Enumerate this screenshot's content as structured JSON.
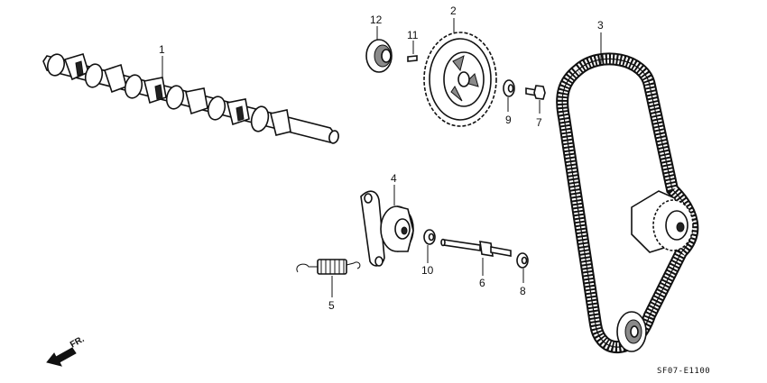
{
  "diagram": {
    "callouts": [
      {
        "id": "camshaft",
        "label": "1"
      },
      {
        "id": "pulley",
        "label": "2"
      },
      {
        "id": "belt",
        "label": "3"
      },
      {
        "id": "tensioner",
        "label": "4"
      },
      {
        "id": "spring",
        "label": "5"
      },
      {
        "id": "tensioner-bolt",
        "label": "6"
      },
      {
        "id": "pulley-bolt",
        "label": "7"
      },
      {
        "id": "bolt-washer",
        "label": "8"
      },
      {
        "id": "pulley-washer",
        "label": "9"
      },
      {
        "id": "tensioner-washer",
        "label": "10"
      },
      {
        "id": "key",
        "label": "11"
      },
      {
        "id": "oil-seal",
        "label": "12"
      }
    ],
    "direction_label": "FR.",
    "diagram_code": "SF07-E1100"
  }
}
